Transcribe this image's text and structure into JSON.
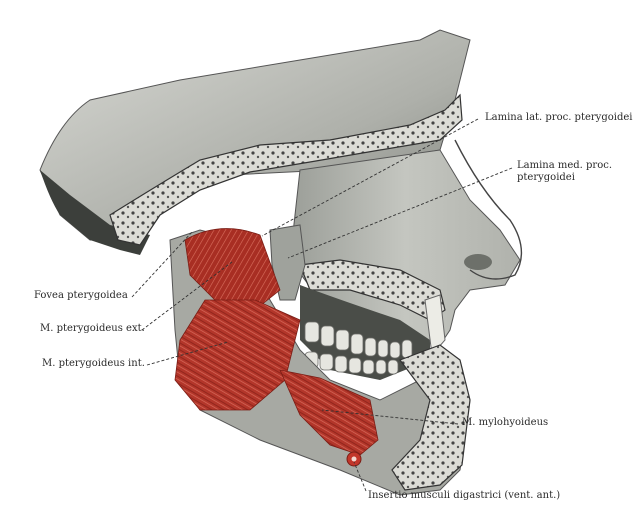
{
  "labels": {
    "lamina_lat": "Lamina lat. proc. pterygoidei",
    "lamina_med_1": "Lamina med. proc.",
    "lamina_med_2": "pterygoidei",
    "fovea": "Fovea pterygoidea",
    "pteryg_ext": "M. pterygoideus ext.",
    "pteryg_int": "M. pterygoideus int.",
    "mylohyoideus": "M. mylohyoideus",
    "insertio": "Insertio musculi digastrici (vent. ant.)"
  },
  "colors": {
    "bone": "#c9c9c4",
    "bone_shadow": "#8f928c",
    "bone_dark": "#3c3f3b",
    "cut_surface": "#dcdcd6",
    "muscle": "#b3362a",
    "muscle_light": "#d86b5c",
    "leader": "#333333",
    "text": "#2a2a2a"
  }
}
